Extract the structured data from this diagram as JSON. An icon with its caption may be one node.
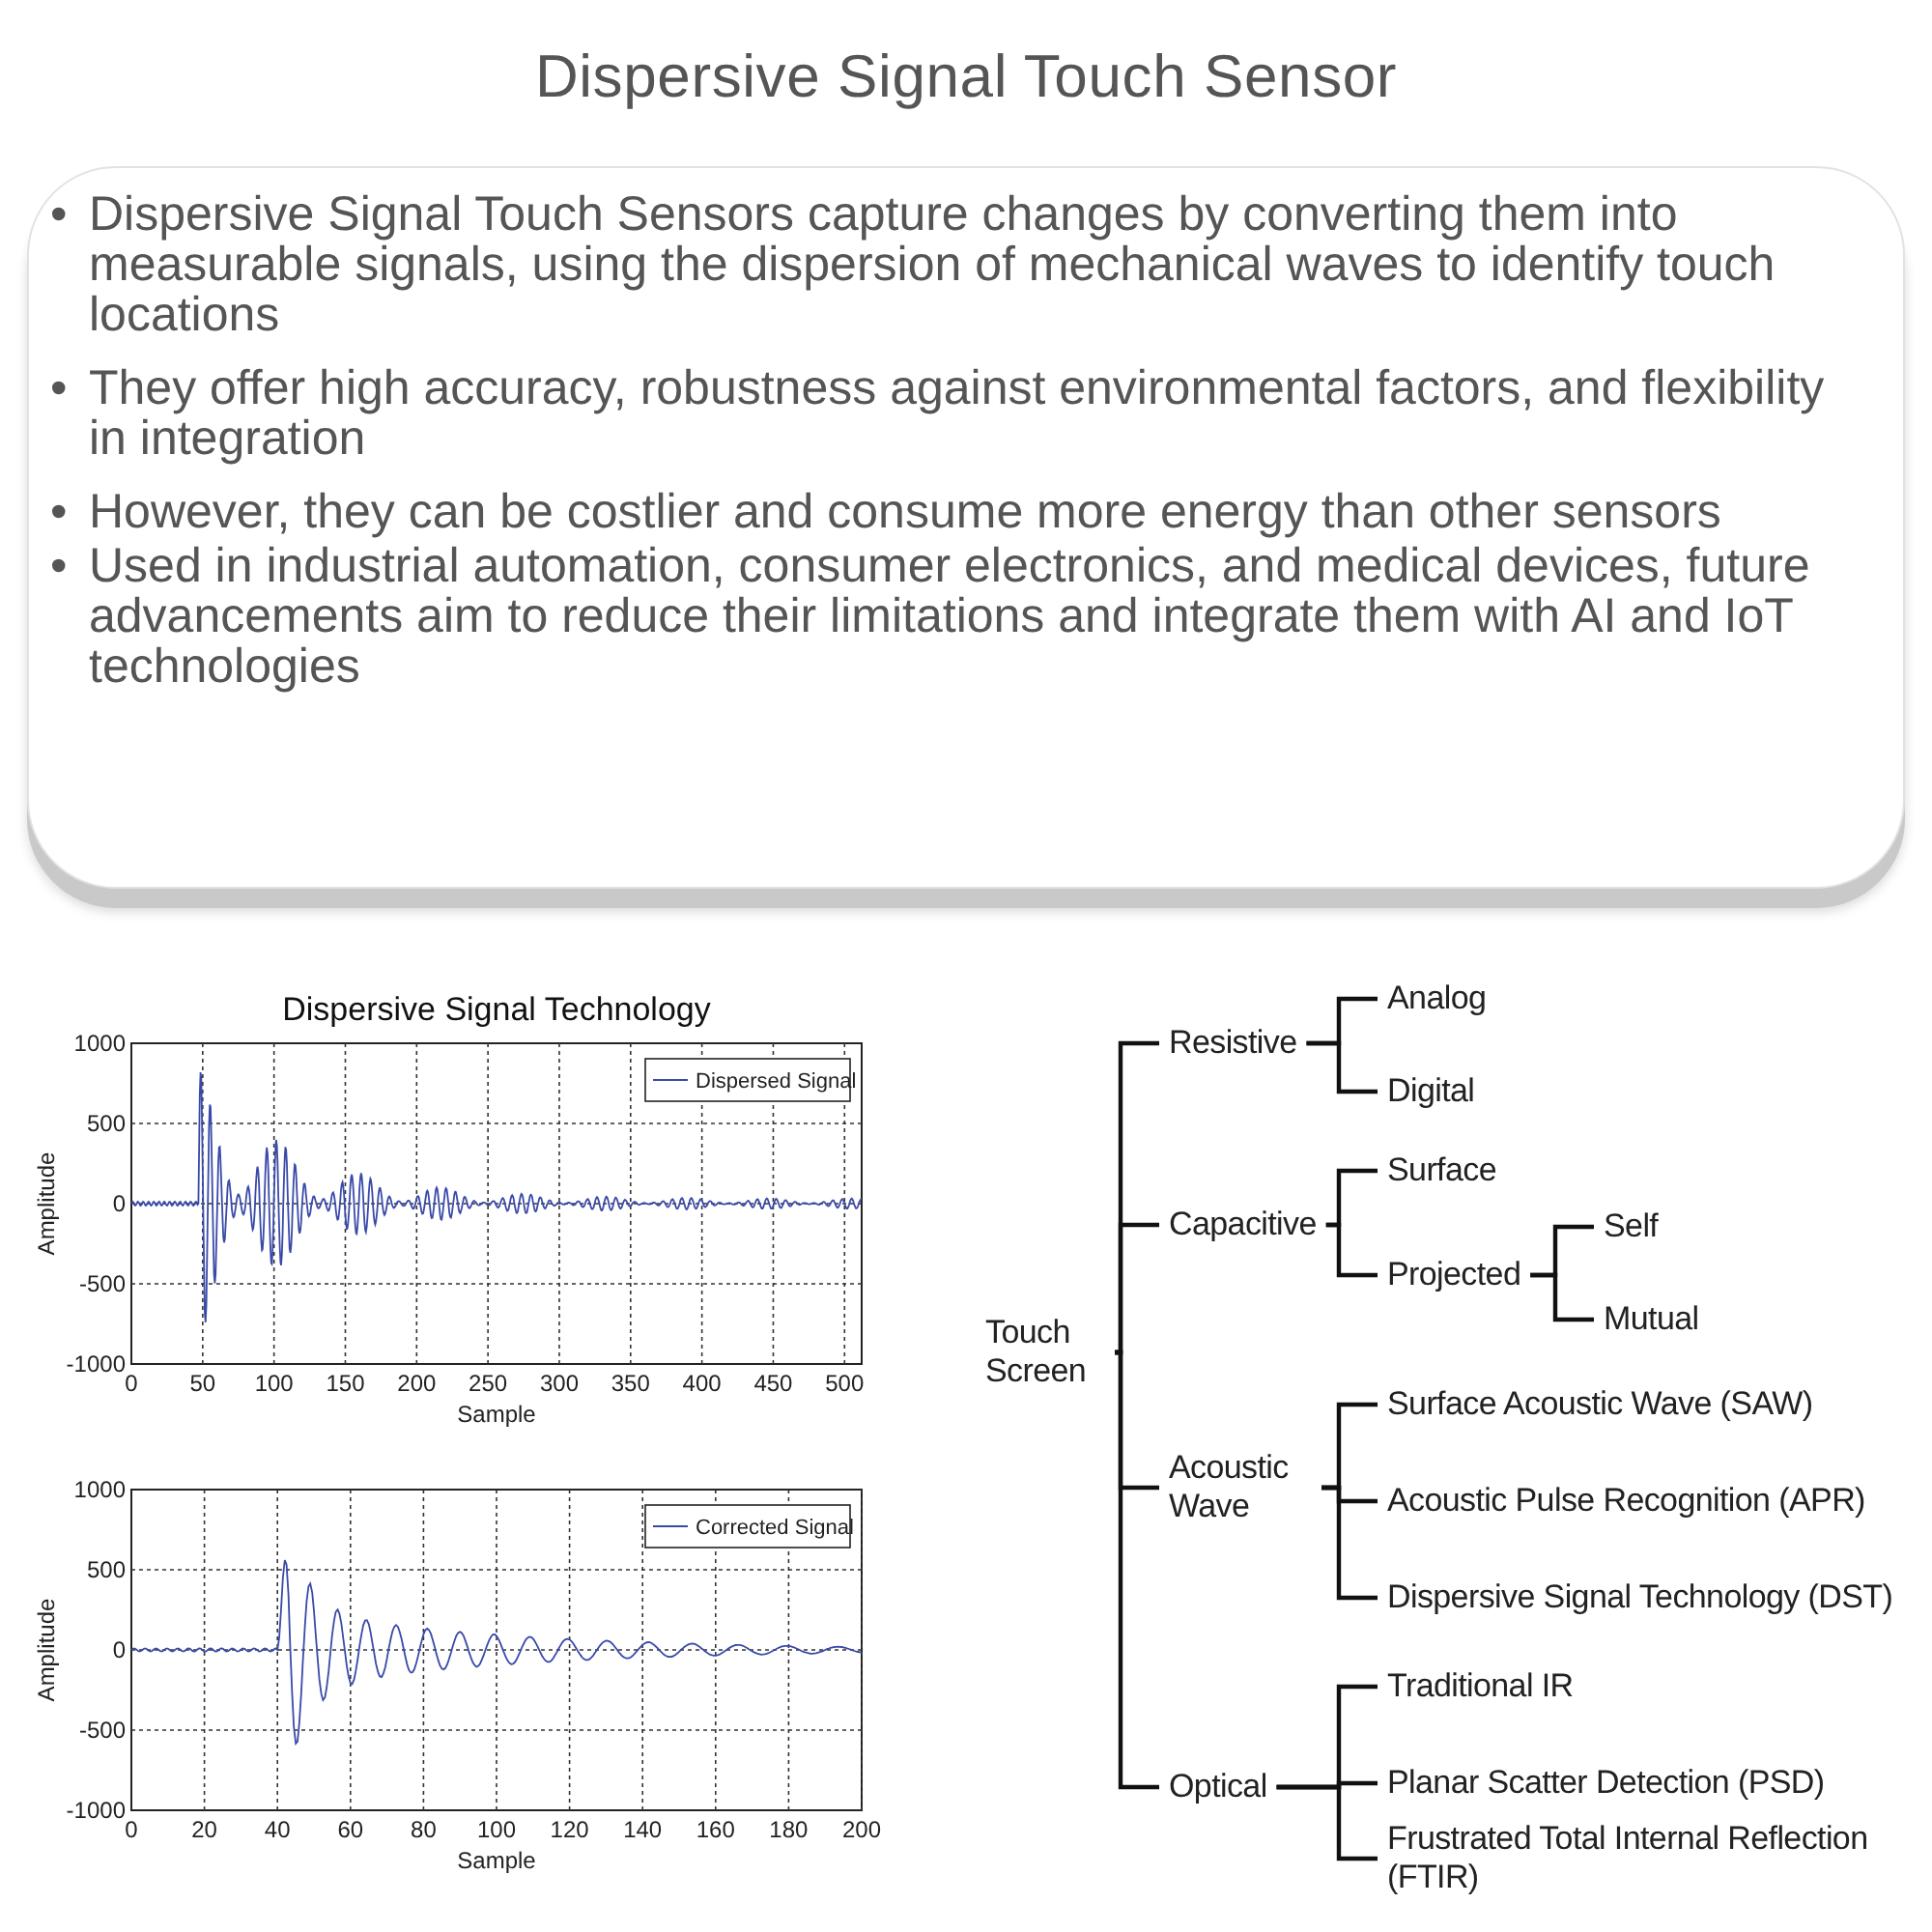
{
  "diagram": {
    "title": "Dispersive Signal Touch Sensor",
    "nodes": [
      {
        "text": [
          "Touch Screen"
        ]
      },
      {
        "text": [
          "Resistive"
        ]
      },
      {
        "text": [
          "Analog"
        ]
      },
      {
        "text": [
          "Digital"
        ]
      },
      {
        "text": [
          "Capacitive"
        ]
      },
      {
        "text": [
          "Surface"
        ]
      },
      {
        "text": [
          "Projected"
        ]
      },
      {
        "text": [
          "Self"
        ]
      },
      {
        "text": [
          "Mutual"
        ]
      },
      {
        "text": [
          "Acoustic Wave"
        ]
      },
      {
        "text": [
          "Surface Acoustic Wave (SAW)"
        ]
      },
      {
        "text": [
          "Acoustic Pulse Recognition (APR)"
        ]
      },
      {
        "text": [
          "Dispersive Signal Technology (DST)"
        ]
      },
      {
        "text": [
          "Optical"
        ]
      },
      {
        "text": [
          "Traditional IR"
        ]
      },
      {
        "text": [
          "Planar Scatter Detection (PSD)"
        ]
      },
      {
        "text": [
          "Frustrated Total Internal Reflection (FTIR)"
        ]
      }
    ],
    "edges": [
      {
        "from": 0,
        "to": 1,
        "arrow": "none"
      },
      {
        "from": 0,
        "to": 4,
        "arrow": "none"
      },
      {
        "from": 0,
        "to": 9,
        "arrow": "none"
      },
      {
        "from": 0,
        "to": 13,
        "arrow": "none"
      },
      {
        "from": 1,
        "to": 2,
        "arrow": "none"
      },
      {
        "from": 1,
        "to": 3,
        "arrow": "none"
      },
      {
        "from": 4,
        "to": 5,
        "arrow": "none"
      },
      {
        "from": 4,
        "to": 6,
        "arrow": "none"
      },
      {
        "from": 6,
        "to": 7,
        "arrow": "none"
      },
      {
        "from": 6,
        "to": 8,
        "arrow": "none"
      },
      {
        "from": 9,
        "to": 10,
        "arrow": "none"
      },
      {
        "from": 9,
        "to": 11,
        "arrow": "none"
      },
      {
        "from": 9,
        "to": 12,
        "arrow": "none"
      },
      {
        "from": 13,
        "to": 14,
        "arrow": "none"
      },
      {
        "from": 13,
        "to": 15,
        "arrow": "none"
      },
      {
        "from": 13,
        "to": 16,
        "arrow": "none"
      }
    ],
    "labels": [
      "•",
      "Dispersive Signal Touch Sensors capture changes by converting them into measurable signals, using the dispersion of mechanical waves to identify touch locations",
      "•",
      "They offer high accuracy, robustness against environmental factors, and flexibility in integration",
      "•",
      "However, they can be costlier and consume more energy than other sensors",
      "•",
      "Used in industrial automation, consumer electronics, and medical devices, future advancements aim to reduce their limitations and integrate them with AI and IoT technologies",
      "Dispersive Signal Technology",
      "1000",
      "500",
      "0",
      "-500",
      "-1000",
      "Amplitude",
      "0",
      "50",
      "100",
      "150",
      "200",
      "250",
      "300",
      "350",
      "400",
      "450",
      "500",
      "Sample",
      "1000",
      "500",
      "0",
      "-500",
      "-1000",
      "Amplitude",
      "0",
      "20",
      "40",
      "60",
      "80",
      "100",
      "120",
      "140",
      "160",
      "180",
      "200",
      "Sample"
    ],
    "legend": [
      {
        "text": "Dispersed Signal"
      },
      {
        "text": "Corrected Signal"
      }
    ]
  }
}
